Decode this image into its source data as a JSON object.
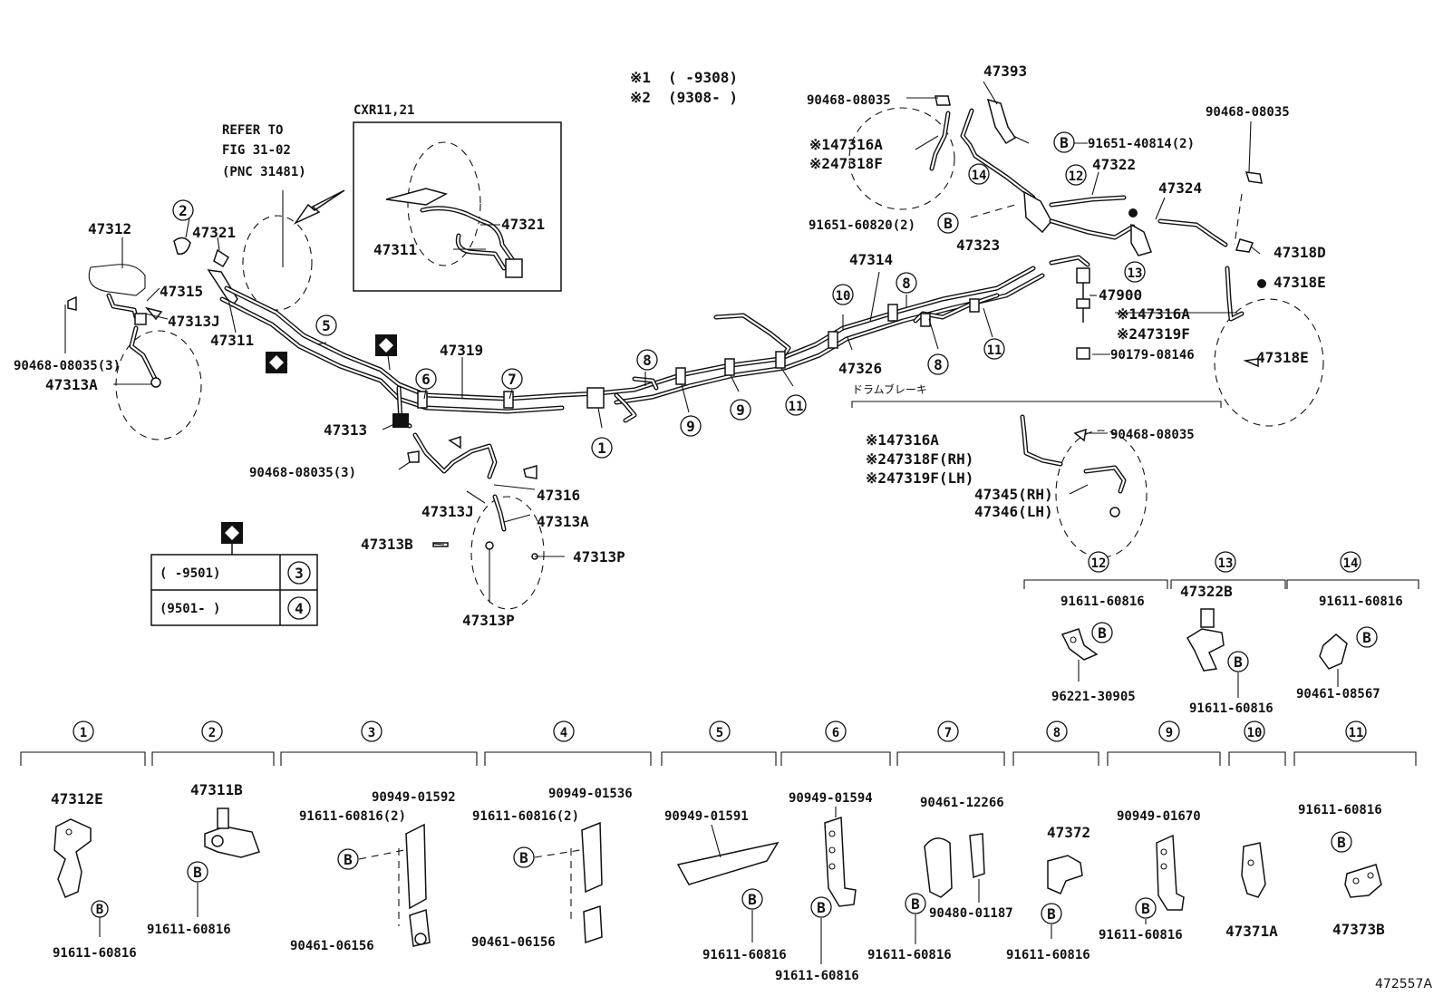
{
  "notes": {
    "n1_mark": "※1",
    "n1_range": "(      -9308)",
    "n2_mark": "※2",
    "n2_range": "(9308-      )",
    "refer_line1": "REFER TO",
    "refer_line2": "FIG 31-02",
    "refer_line3": "(PNC 31481)",
    "inset_title": "CXR11,21",
    "drum_brake": "ドラムブレーキ",
    "serial": "472557A"
  },
  "legend": {
    "row1_range": "(      -9501)",
    "row1_item": "3",
    "row2_range": "(9501-      )",
    "row2_item": "4"
  },
  "bolt_mark": "B",
  "callouts": [
    "1",
    "2",
    "3",
    "4",
    "5",
    "6",
    "7",
    "8",
    "9",
    "10",
    "11",
    "12",
    "13",
    "14"
  ],
  "labels": {
    "p47393": "47393",
    "p90468_08035_a": "90468-08035",
    "p147316A_a": "※147316A",
    "p247318F_a": "※247318F",
    "p91651_40814": "91651-40814(2)",
    "p47322": "47322",
    "p90468_08035_b": "90468-08035",
    "p47324": "47324",
    "p91651_60820": "91651-60820(2)",
    "p47323": "47323",
    "p47318D": "47318D",
    "p47318E_a": "47318E",
    "p47314": "47314",
    "p47900": "47900",
    "p147316A_b": "※147316A",
    "p247319F_a": "※247319F",
    "p90179_08146": "90179-08146",
    "p47318E_b": "47318E",
    "p47326": "47326",
    "p47312": "47312",
    "p47321_a": "47321",
    "p47315": "47315",
    "p47313J_a": "47313J",
    "p47311_a": "47311",
    "p90468_08035_3a": "90468-08035(3)",
    "p47313A_a": "47313A",
    "p47321_b": "47321",
    "p47311_b": "47311",
    "p47319": "47319",
    "p47313": "47313",
    "p90468_08035_3b": "90468-08035(3)",
    "p47316": "47316",
    "p47313J_b": "47313J",
    "p47313A_b": "47313A",
    "p47313B": "47313B",
    "p47313P_a": "47313P",
    "p47313P_b": "47313P",
    "p147316A_c": "※147316A",
    "p247318F_rh": "※247318F(RH)",
    "p247319F_lh": "※247319F(LH)",
    "p90468_08035_c": "90468-08035",
    "p47345": "47345(RH)",
    "p47346": "47346(LH)",
    "d12_91611": "91611-60816",
    "d12_96221": "96221-30905",
    "d13_47322B": "47322B",
    "d13_91611": "91611-60816",
    "d14_91611": "91611-60816",
    "d14_90461": "90461-08567",
    "d1_47312E": "47312E",
    "d1_91611": "91611-60816",
    "d2_47311B": "47311B",
    "d2_91611": "91611-60816",
    "d3_90949": "90949-01592",
    "d3_91611": "91611-60816(2)",
    "d3_90461": "90461-06156",
    "d4_90949": "90949-01536",
    "d4_91611": "91611-60816(2)",
    "d4_90461": "90461-06156",
    "d5_90949": "90949-01591",
    "d5_91611": "91611-60816",
    "d6_90949": "90949-01594",
    "d6_91611": "91611-60816",
    "d7_90461": "90461-12266",
    "d7_90480": "90480-01187",
    "d7_91611": "91611-60816",
    "d8_47372": "47372",
    "d8_91611": "91611-60816",
    "d9_90949": "90949-01670",
    "d9_91611": "91611-60816",
    "d10_47371A": "47371A",
    "d11_91611": "91611-60816",
    "d11_47373B": "47373B"
  }
}
